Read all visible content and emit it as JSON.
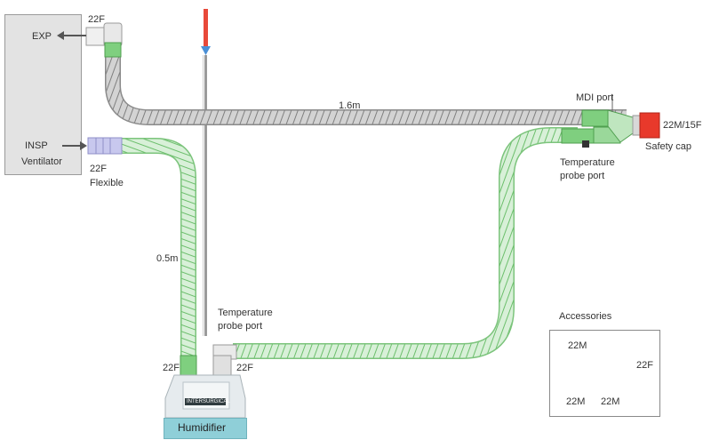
{
  "labels": {
    "exp": "EXP",
    "insp": "INSP",
    "ventilator": "Ventilator",
    "top_connector": "22F",
    "insp_connector": "22F",
    "insp_connector_sub": "Flexible",
    "length_long": "1.6m",
    "length_short": "0.5m",
    "mdi_port": "MDI port",
    "patient_connector": "22M/15F",
    "safety_cap": "Safety cap",
    "temp_probe_right_1": "Temperature",
    "temp_probe_right_2": "probe port",
    "temp_probe_mid_1": "Temperature",
    "temp_probe_mid_2": "probe port",
    "humidifier_left_port": "22F",
    "humidifier_right_port": "22F",
    "humidifier": "Humidifier",
    "humidifier_brand": "INTERSURGICAL",
    "accessories_title": "Accessories",
    "acc_straight_top": "22M",
    "acc_straight_bottom": "22M",
    "acc_elbow_bottom": "22M",
    "acc_elbow_side": "22F"
  },
  "colors": {
    "expiratory_tube": "#b9b9b9",
    "inspiratory_tube": "#bfe6bf",
    "connector_green": "#7fcf7f",
    "safety_cap": "#e8392b",
    "ventilator": "#e3e3e3",
    "humidifier_base": "#8fcfd8"
  }
}
